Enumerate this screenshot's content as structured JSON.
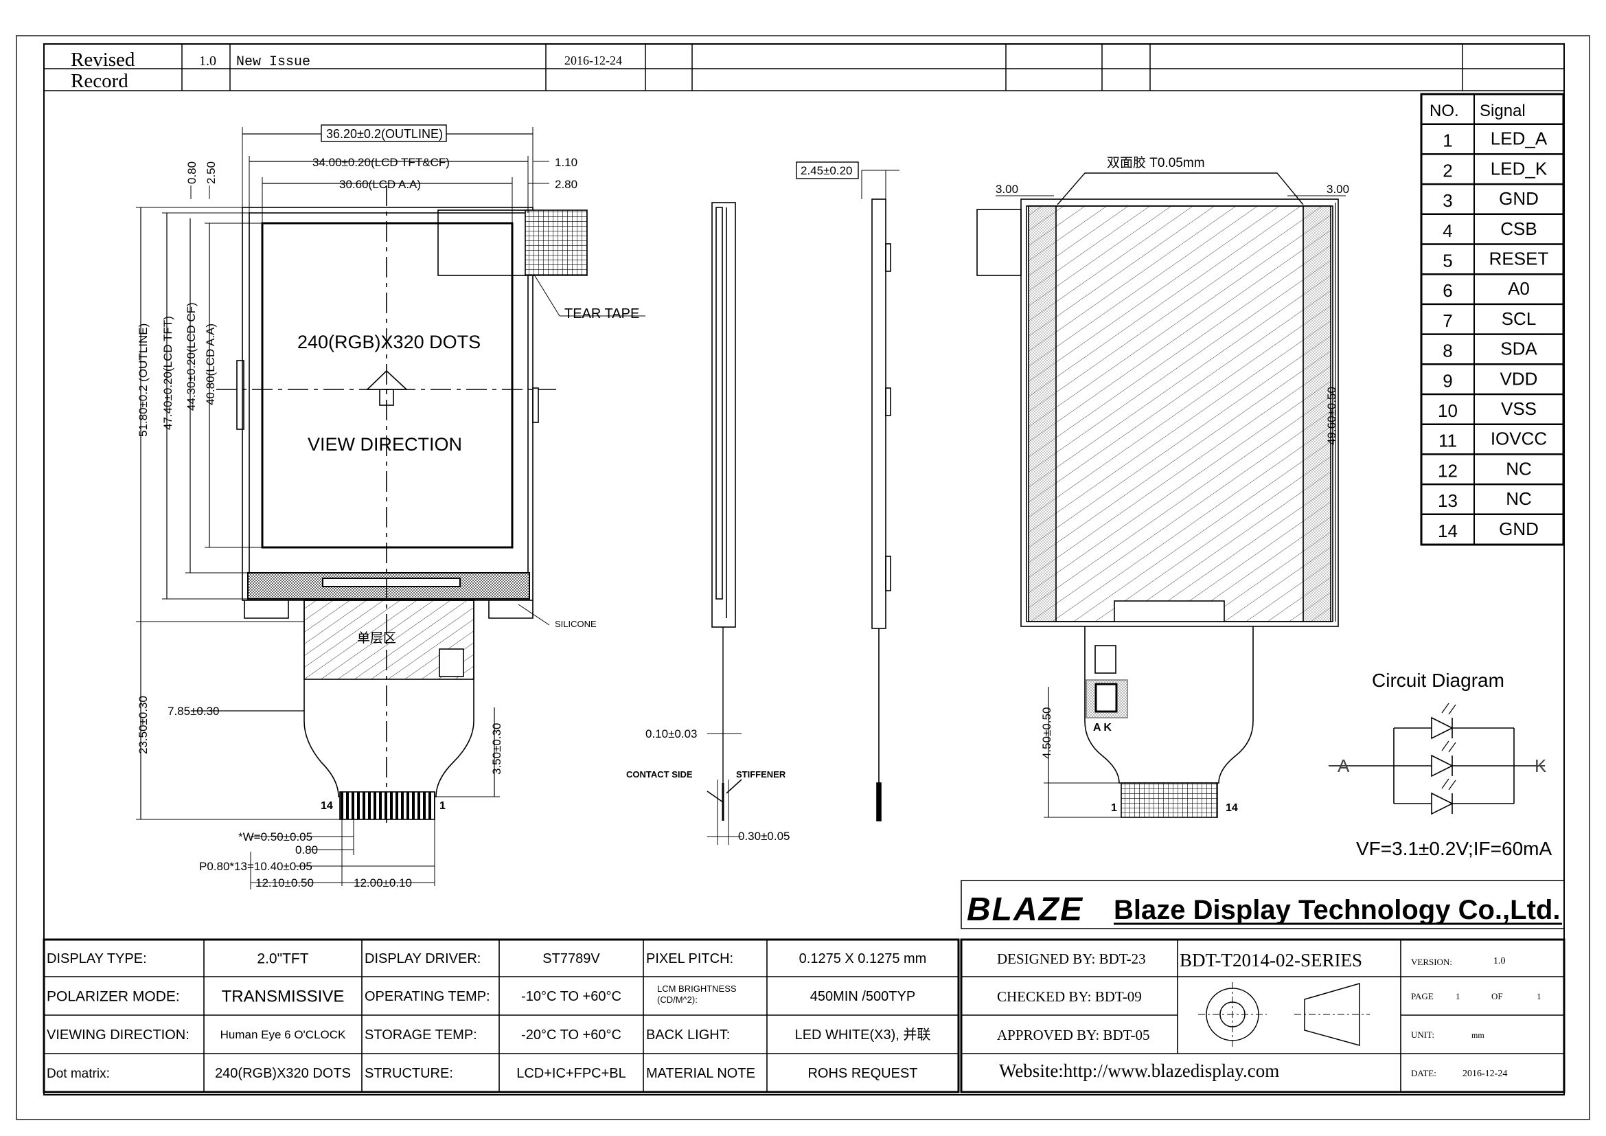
{
  "revision": {
    "heading_line1": "Revised",
    "heading_line2": "Record",
    "version": "1.0",
    "description": "New Issue",
    "date": "2016-12-24"
  },
  "front_view": {
    "dim_outline_width": "36.20±0.2(OUTLINE)",
    "dim_tft_width": "34.00±0.20(LCD TFT&CF)",
    "dim_aa_width": "30.60(LCD A.A)",
    "dim_right_offset_1": "1.10",
    "dim_right_offset_2": "2.80",
    "dim_top_offset_1": "0.80",
    "dim_top_offset_2": "2.50",
    "dim_outline_height": "51.80±0.2 (OUTLINE)",
    "dim_tft_height": "47.40±0.20(LCD TFT)",
    "dim_cf_height": "44.30±0.20(LCD CF)",
    "dim_aa_height": "40.80(LCD A.A)",
    "resolution_label": "240(RGB)X320 DOTS",
    "view_direction_label": "VIEW  DIRECTION",
    "tear_tape_label": "TEAR TAPE",
    "silicone_label": "SILICONE",
    "single_layer_label": "单层区",
    "dim_fpc_length": "23.50±0.30",
    "dim_fpc_left": "7.85±0.30",
    "dim_fpc_stiff": "3.50±0.30",
    "pin_left": "14",
    "pin_right": "1",
    "dim_pad_width": "*W=0.50±0.05",
    "dim_pad_pitch": "0.80",
    "dim_pitch_total": "P0.80*13=10.40±0.05",
    "dim_fpc_offset": "12.10±0.50",
    "dim_fpc_width": "12.00±0.10"
  },
  "side_view": {
    "dim_thickness": "2.45±0.20",
    "dim_fpc_thickness": "0.10±0.03",
    "contact_side_label": "CONTACT SIDE",
    "stiffener_label": "STIFFENER",
    "dim_stiffener": "0.30±0.05"
  },
  "back_view": {
    "tape_label": "双面胶 T0.05mm",
    "dim_left": "3.00",
    "dim_right": "3.00",
    "dim_height": "49.60±0.50",
    "dim_fpc": "4.50±0.50",
    "led_label": "A K",
    "pin_left": "1",
    "pin_right": "14"
  },
  "pin_table": {
    "header_no": "NO.",
    "header_signal": "Signal",
    "rows": [
      {
        "no": "1",
        "signal": "LED_A"
      },
      {
        "no": "2",
        "signal": "LED_K"
      },
      {
        "no": "3",
        "signal": "GND"
      },
      {
        "no": "4",
        "signal": "CSB"
      },
      {
        "no": "5",
        "signal": "RESET"
      },
      {
        "no": "6",
        "signal": "A0"
      },
      {
        "no": "7",
        "signal": "SCL"
      },
      {
        "no": "8",
        "signal": "SDA"
      },
      {
        "no": "9",
        "signal": "VDD"
      },
      {
        "no": "10",
        "signal": "VSS"
      },
      {
        "no": "11",
        "signal": "IOVCC"
      },
      {
        "no": "12",
        "signal": "NC"
      },
      {
        "no": "13",
        "signal": "NC"
      },
      {
        "no": "14",
        "signal": "GND"
      }
    ]
  },
  "circuit": {
    "title": "Circuit Diagram",
    "anode": "A",
    "cathode": "K",
    "spec": "VF=3.1±0.2V;IF=60mA"
  },
  "company": {
    "logo_text": "BLAZE",
    "name": "Blaze Display Technology Co.,Ltd."
  },
  "spec_table": {
    "rows": [
      [
        "DISPLAY TYPE:",
        "2.0\"TFT",
        "DISPLAY DRIVER:",
        "ST7789V",
        "PIXEL PITCH:",
        "0.1275 X 0.1275 mm"
      ],
      [
        "POLARIZER MODE:",
        "TRANSMISSIVE",
        "OPERATING TEMP:",
        "-10°C TO +60°C",
        "LCM BRIGHTNESS (CD/M^2):",
        "450MIN /500TYP"
      ],
      [
        "VIEWING DIRECTION:",
        "Human Eye  6 O'CLOCK",
        "STORAGE TEMP:",
        "-20°C TO +60°C",
        "BACK LIGHT:",
        "LED WHITE(X3),    并联"
      ],
      [
        "Dot matrix:",
        "240(RGB)X320 DOTS",
        "STRUCTURE:",
        "LCD+IC+FPC+BL",
        "MATERIAL NOTE",
        "ROHS REQUEST"
      ]
    ]
  },
  "title_block": {
    "designed": "DESIGNED BY:  BDT-23",
    "checked": "CHECKED BY:   BDT-09",
    "approved": "APPROVED BY:  BDT-05",
    "part_number": "BDT-T2014-02-SERIES",
    "version_label": "VERSION:",
    "version_value": "1.0",
    "page_label": "PAGE",
    "page_value": "1",
    "of_label": "OF",
    "of_value": "1",
    "unit_label": "UNIT:",
    "unit_value": "mm",
    "date_label": "DATE:",
    "date_value": "2016-12-24",
    "website": "Website:http://www.blazedisplay.com"
  }
}
